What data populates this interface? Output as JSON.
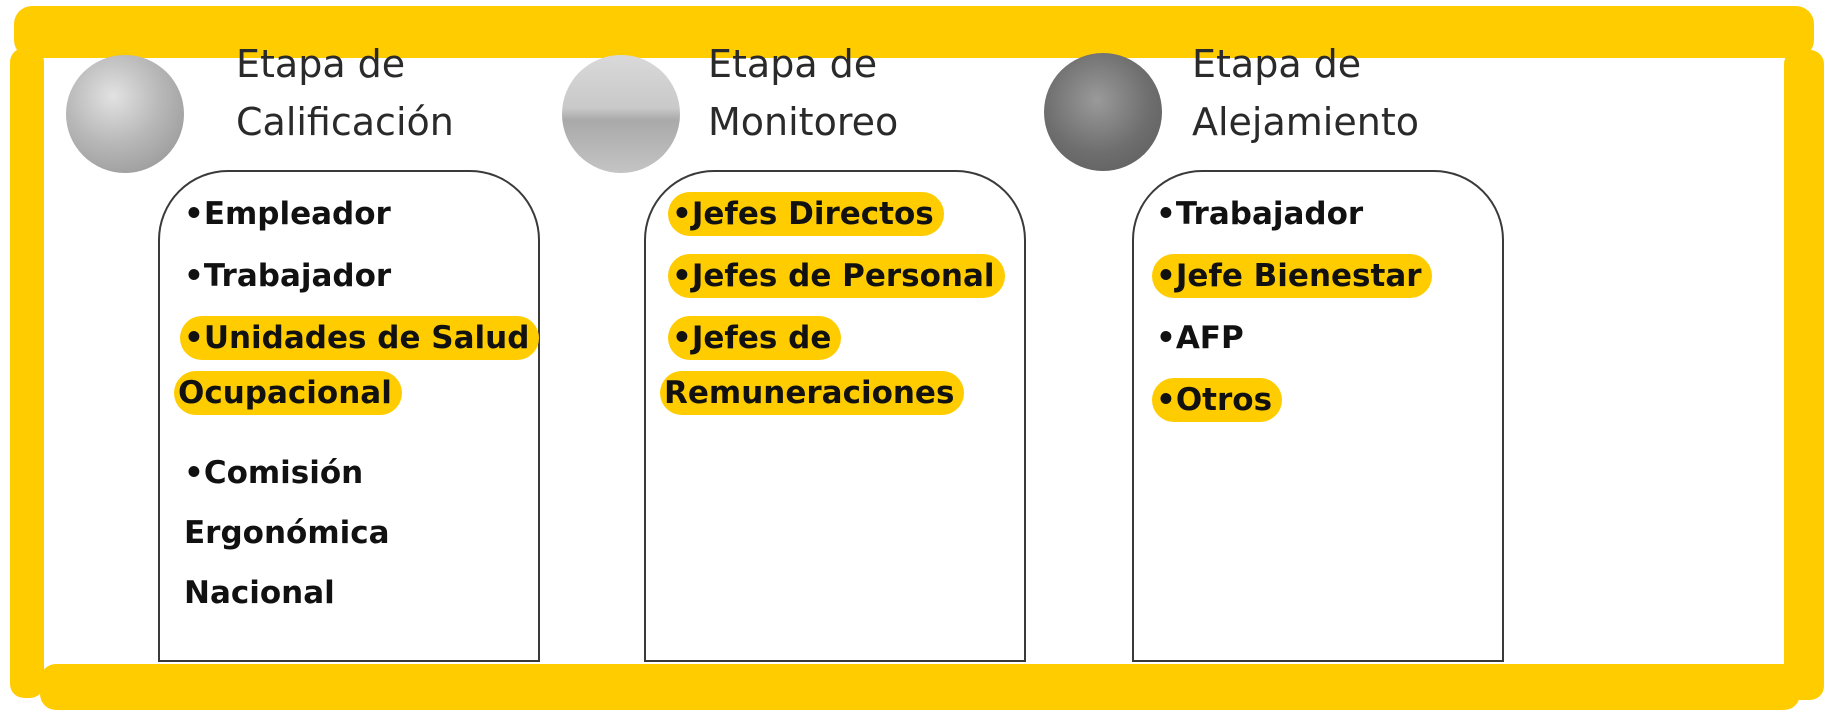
{
  "diagram": {
    "colors": {
      "frame": "#FFCC00",
      "highlight": "#FFCC00",
      "text": "#111111",
      "box_border": "#3a3a3a"
    },
    "stages": [
      {
        "title_line1": "Etapa de",
        "title_line2": "Calificación",
        "icon": "grey-circle-icon",
        "items": [
          {
            "text": "•Empleador",
            "highlighted": false
          },
          {
            "text": "•Trabajador",
            "highlighted": false
          },
          {
            "text": "•Unidades de Salud",
            "text2": "Ocupacional",
            "highlighted": true
          },
          {
            "text": "•Comisión",
            "text2": "Ergonómica",
            "text3": "Nacional",
            "highlighted": false
          }
        ]
      },
      {
        "title_line1": "Etapa de",
        "title_line2": "Monitoreo",
        "icon": "grey-circle-icon",
        "items": [
          {
            "text": "•Jefes Directos",
            "highlighted": true
          },
          {
            "text": "•Jefes de Personal",
            "highlighted": true
          },
          {
            "text": "•Jefes de",
            "text2": "Remuneraciones",
            "highlighted": true
          }
        ]
      },
      {
        "title_line1": "Etapa de",
        "title_line2": "Alejamiento",
        "icon": "grey-circle-icon",
        "items": [
          {
            "text": "•Trabajador",
            "highlighted": false
          },
          {
            "text": "•Jefe Bienestar",
            "highlighted": true
          },
          {
            "text": "•AFP",
            "highlighted": false
          },
          {
            "text": "•Otros",
            "highlighted": true
          }
        ]
      }
    ]
  }
}
